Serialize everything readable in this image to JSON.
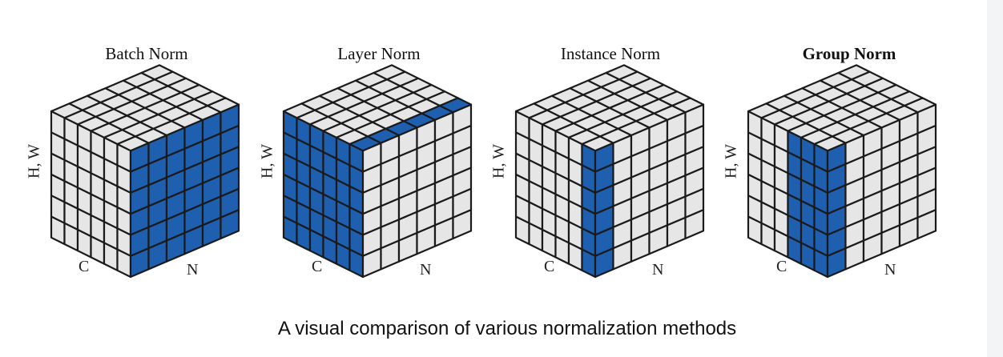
{
  "colors": {
    "highlight": "#1f5fb0",
    "cell": "#e6e6e6",
    "stroke": "#1a1a1a"
  },
  "panels": [
    {
      "title": "Batch Norm",
      "bold": false,
      "axis_hw": "H, W",
      "axis_c": "C",
      "axis_n": "N",
      "highlight": {
        "front": "none",
        "side": "all",
        "top": "none"
      }
    },
    {
      "title": "Layer Norm",
      "bold": false,
      "axis_hw": "H, W",
      "axis_c": "C",
      "axis_n": "N",
      "highlight": {
        "front": "all",
        "side": "none",
        "top": "front-row"
      }
    },
    {
      "title": "Instance Norm",
      "bold": false,
      "axis_hw": "H, W",
      "axis_c": "C",
      "axis_n": "N",
      "highlight": {
        "front": "last-col",
        "side": "first-col",
        "top": "none"
      }
    },
    {
      "title": "Group Norm",
      "bold": true,
      "axis_hw": "H, W",
      "axis_c": "C",
      "axis_n": "N",
      "highlight": {
        "front": "last-3-cols",
        "side": "first-col",
        "top": "none"
      }
    }
  ],
  "caption": "A visual comparison of various normalization methods"
}
